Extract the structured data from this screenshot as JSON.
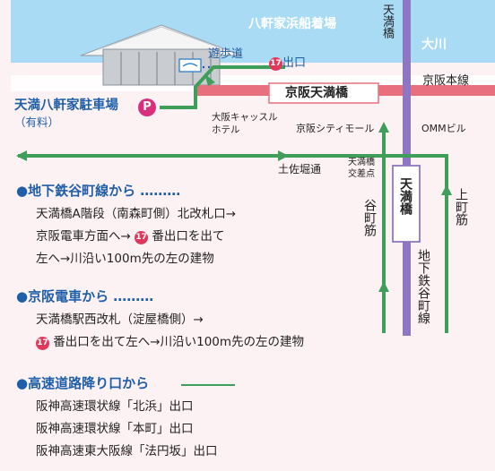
{
  "colors": {
    "river": "#a9dcf4",
    "green_route": "#3f9f5a",
    "keihan_line": "#e8707e",
    "subway_line": "#8f76c4",
    "heading_blue": "#1f5ea8",
    "marker_red": "#e0385a",
    "parking_pink": "#d9307c",
    "background": "#fdf2f3"
  },
  "map": {
    "pier": "八軒家浜船着場",
    "promenade": "遊歩道",
    "exit_number": "17",
    "exit_label": "出口",
    "ookawa": "大川",
    "keihan_main_line": "京阪本線",
    "station_keihan": "京阪天満橋",
    "parking_name": "天満八軒家駐車場",
    "parking_icon": "P",
    "parking_fee": "（有料）",
    "hotel": "大阪キャッスル\nホテル",
    "city_mall": "京阪シティモール",
    "omm": "OMMビル",
    "tosabori": "土佐堀通",
    "tenmabashi_bridge": "天満橋",
    "intersection": "天満橋\n交差点",
    "tanimachi_street": "谷町筋",
    "uemachi_street": "上町筋",
    "subway_station": "天満橋",
    "subway_line": "地下鉄谷町線"
  },
  "directions": {
    "subway": {
      "heading": "●地下鉄谷町線から ………",
      "line1": "天満橋A階段（南森町側）北改札口→",
      "line2a": "京阪電車方面へ→",
      "line2b": "番出口を出て",
      "line3": "左へ→川沿い100m先の左の建物"
    },
    "keihan": {
      "heading": "●京阪電車から ………",
      "line1": "天満橋駅西改札（淀屋橋側）→",
      "line2": "番出口を出て左へ→川沿い100m先の左の建物"
    },
    "highway": {
      "heading": "●高速道路降り口から",
      "line1": "阪神高速環状線「北浜」出口",
      "line2": "阪神高速環状線「本町」出口",
      "line3": "阪神高速東大阪線「法円坂」出口"
    }
  }
}
